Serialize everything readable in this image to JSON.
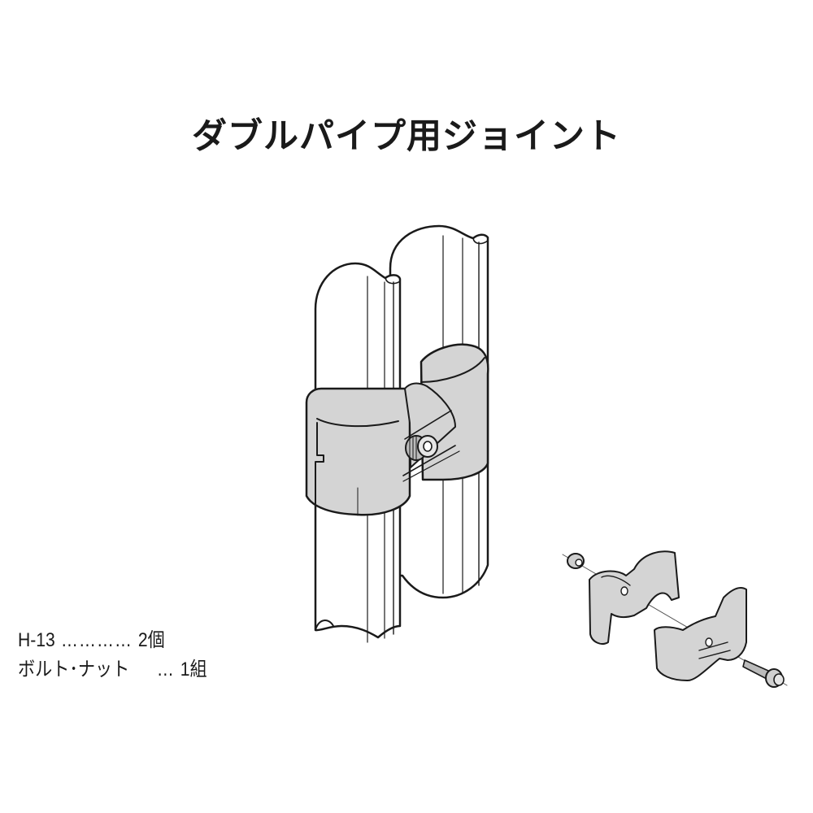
{
  "title": "ダブルパイプ用ジョイント",
  "parts_list": [
    {
      "name": "H-13",
      "leader": "…………",
      "quantity": "2個"
    },
    {
      "name": "ボルト･ナット",
      "leader": "…",
      "quantity": "1組"
    }
  ],
  "illustrations": {
    "assembled": "double-pipe-joint-assembled",
    "exploded": "double-pipe-joint-exploded-parts"
  },
  "colors": {
    "line": "#1a1a1a",
    "metal_fill": "#d4d4d4",
    "pipe_fill": "#ffffff",
    "background": "#ffffff"
  }
}
